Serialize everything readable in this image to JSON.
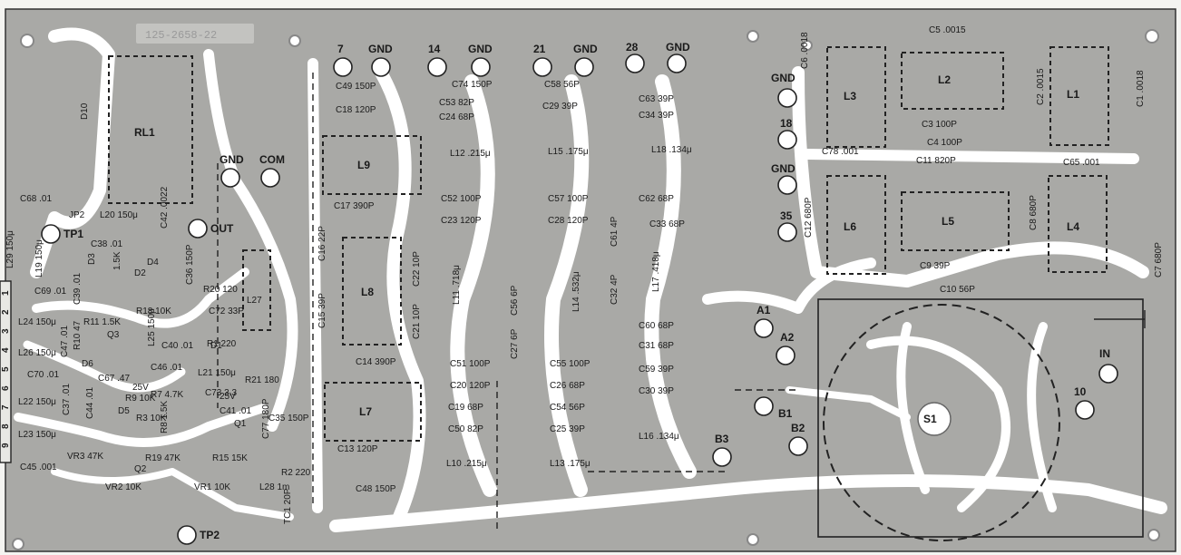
{
  "board": {
    "part_number": "125-2658-22",
    "colors": {
      "substrate": "#a9a9a6",
      "trace": "#ffffff",
      "ink": "#1a1a1a"
    }
  },
  "edge_connector": {
    "pins": [
      "1",
      "2",
      "3",
      "4",
      "5",
      "6",
      "7",
      "8",
      "9"
    ]
  },
  "terminals": {
    "t7": "7",
    "t14": "14",
    "t21": "21",
    "t28": "28",
    "gnd1": "GND",
    "gnd2": "GND",
    "gnd3": "GND",
    "gnd4": "GND",
    "gnd5": "GND",
    "gnd6": "GND",
    "gnd7": "GND",
    "com": "COM",
    "out": "OUT",
    "tp1": "TP1",
    "tp2": "TP2",
    "t18": "18",
    "t35": "35",
    "a1": "A1",
    "a2": "A2",
    "b1": "B1",
    "b2": "B2",
    "b3": "B3",
    "in": "IN",
    "t10": "10",
    "jp2": "JP2"
  },
  "coils": {
    "rl1": "RL1",
    "l9": "L9",
    "l8": "L8",
    "l7": "L7",
    "l27": "L27",
    "l3": "L3",
    "l2": "L2",
    "l1": "L1",
    "l6": "L6",
    "l5": "L5",
    "l4": "L4",
    "s1": "S1"
  },
  "components": [
    "D10",
    "C68 .01",
    "L20 150μ",
    "C42 .0022",
    "C38 .01",
    "L29 150μ",
    "L19 150μ",
    "D3",
    "1.5K",
    "D4",
    "D2",
    "C36 150P",
    "R20 120",
    "C72 33P",
    "C69 .01",
    "C39 .01",
    "R11 1.5K",
    "R18 10K",
    "L24 150μ",
    "L25 150μ",
    "C40 .01",
    "D1",
    "R1 220",
    "Q3",
    "C47 .01",
    "R10 47",
    "L26 150μ",
    "C46 .01",
    "C70 .01",
    "D6",
    "C67 .47",
    "25V",
    "L21 150μ",
    "R21 180",
    "L22 150μ",
    "R9 10K",
    "R7 4.7K",
    "C73 3.3",
    "25V",
    "C37 .01",
    "C44 .01",
    "D5",
    "R3 10K",
    "R8 1.5K",
    "Q1",
    "C41 .01",
    "C35 150P",
    "L23 150μ",
    "Q2",
    "C77 180P",
    "VR3 47K",
    "R19 47K",
    "R15 15K",
    "R2 220",
    "C45 .001",
    "VR2 10K",
    "VR1 10K",
    "L28 1m",
    "TC1 20P",
    "C49 150P",
    "C18 120P",
    "C17 390P",
    "C16 22P",
    "C15 39P",
    "C22 10P",
    "C21 10P",
    "C14 390P",
    "C13 120P",
    "C48 150P",
    "C74 150P",
    "C53 82P",
    "C24 68P",
    "L12 .215μ",
    "C52 100P",
    "C23 120P",
    "L11 .718μ",
    "C51 100P",
    "C20 120P",
    "C19 68P",
    "C50 82P",
    "L10 .215μ",
    "C58 56P",
    "C29 39P",
    "L15 .175μ",
    "C57 100P",
    "C28 120P",
    "C56 6P",
    "C27 6P",
    "L14 .532μ",
    "C55 100P",
    "C26 68P",
    "C54 56P",
    "C25 39P",
    "L13 .175μ",
    "C63 39P",
    "C34 39P",
    "L18 .134μ",
    "C62 68P",
    "C33 68P",
    "C61 4P",
    "C32 4P",
    "L17 .418μ",
    "C60 68P",
    "C31 68P",
    "C59 39P",
    "C30 39P",
    "L16 .134μ",
    "C5 .0015",
    "C6 .0018",
    "C2 .0015",
    "C1 .0018",
    "C3 100P",
    "C4 100P",
    "C78 .001",
    "C65 .001",
    "C11 820P",
    "C12 680P",
    "C8 680P",
    "C7 680P",
    "C9 39P",
    "C10 56P"
  ]
}
